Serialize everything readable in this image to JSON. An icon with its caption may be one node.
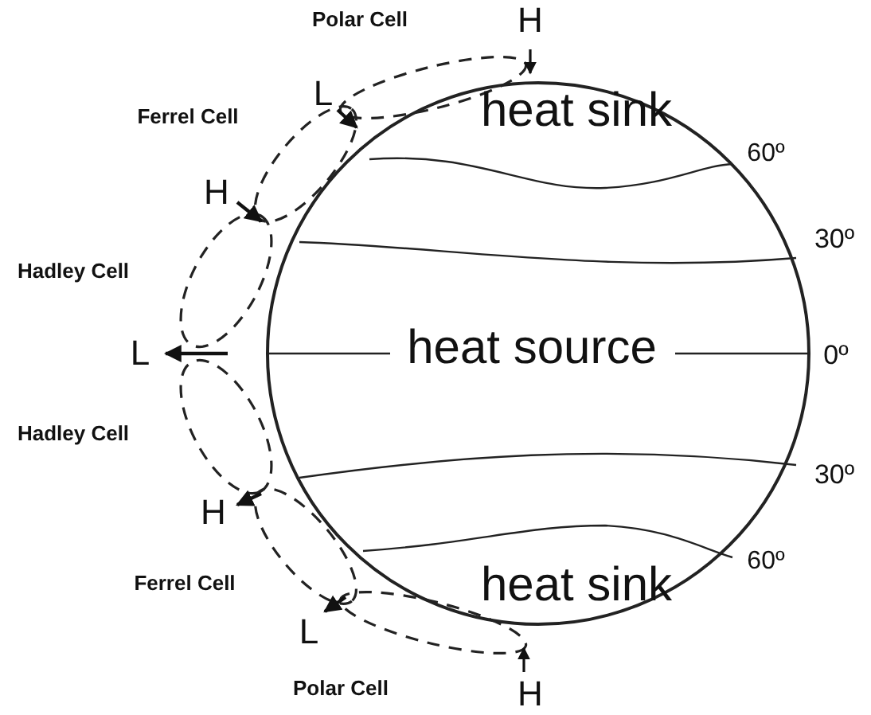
{
  "diagram": {
    "labels": [
      "Polar Cell",
      "H",
      "L",
      "Ferrel Cell",
      "heat sink",
      "60º",
      "H",
      "30º",
      "Hadley Cell",
      "L",
      "heat source",
      "0º",
      "Hadley Cell",
      "30º",
      "H",
      "Ferrel Cell",
      "heat sink",
      "60º",
      "L",
      "Polar Cell",
      "H"
    ]
  }
}
